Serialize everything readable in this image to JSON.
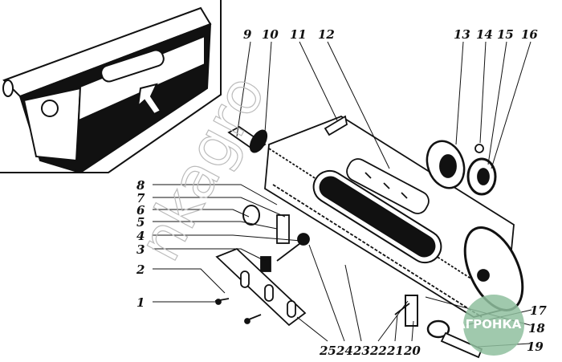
{
  "diagram": {
    "labels": {
      "l1": "1",
      "l2": "2",
      "l3": "3",
      "l4": "4",
      "l5": "5",
      "l6": "6",
      "l7": "7",
      "l8": "8",
      "l9": "9",
      "l10": "10",
      "l11": "11",
      "l12": "12",
      "l13": "13",
      "l14": "14",
      "l15": "15",
      "l16": "16",
      "l17": "17",
      "l18": "18",
      "l19": "19",
      "l20": "20",
      "l21": "21",
      "l22": "22",
      "l23": "23",
      "l24": "24",
      "l25": "25"
    },
    "watermark": "nkagro",
    "logo": "АГРОНКА",
    "colors": {
      "ink": "#111111",
      "logo": "#8fbf9f"
    }
  }
}
